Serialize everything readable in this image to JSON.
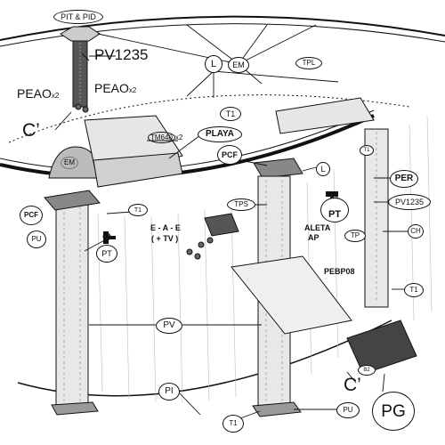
{
  "labels": {
    "pit_pid": "PIT & PID",
    "em": "EM",
    "pv1235": "PV1235",
    "peao_left": "PEAO",
    "peao_right": "PEAO",
    "x2": "x2",
    "c_prime": "C’",
    "tm640": "TM640",
    "l": "L",
    "tpl": "TPL",
    "t1": "T1",
    "playa": "PLAYA",
    "pcf": "PCF",
    "per": "PER",
    "ch": "CH",
    "pu": "PU",
    "pt": "PT",
    "tps": "TPS",
    "eae_line1": "E - A - E",
    "eae_line2": "( + TV )",
    "aleta": "ALETA",
    "ap": "AP",
    "tp": "TP",
    "pebp08": "PEBP08",
    "pv": "PV",
    "pi": "PI",
    "b2": "B2",
    "pg": "PG"
  },
  "colors": {
    "line": "#111111",
    "metal": "#d9d9d9",
    "metal_dark": "#9a9a9a",
    "dark_part": "#4a4a4a",
    "shade": "#bdbdbd"
  }
}
